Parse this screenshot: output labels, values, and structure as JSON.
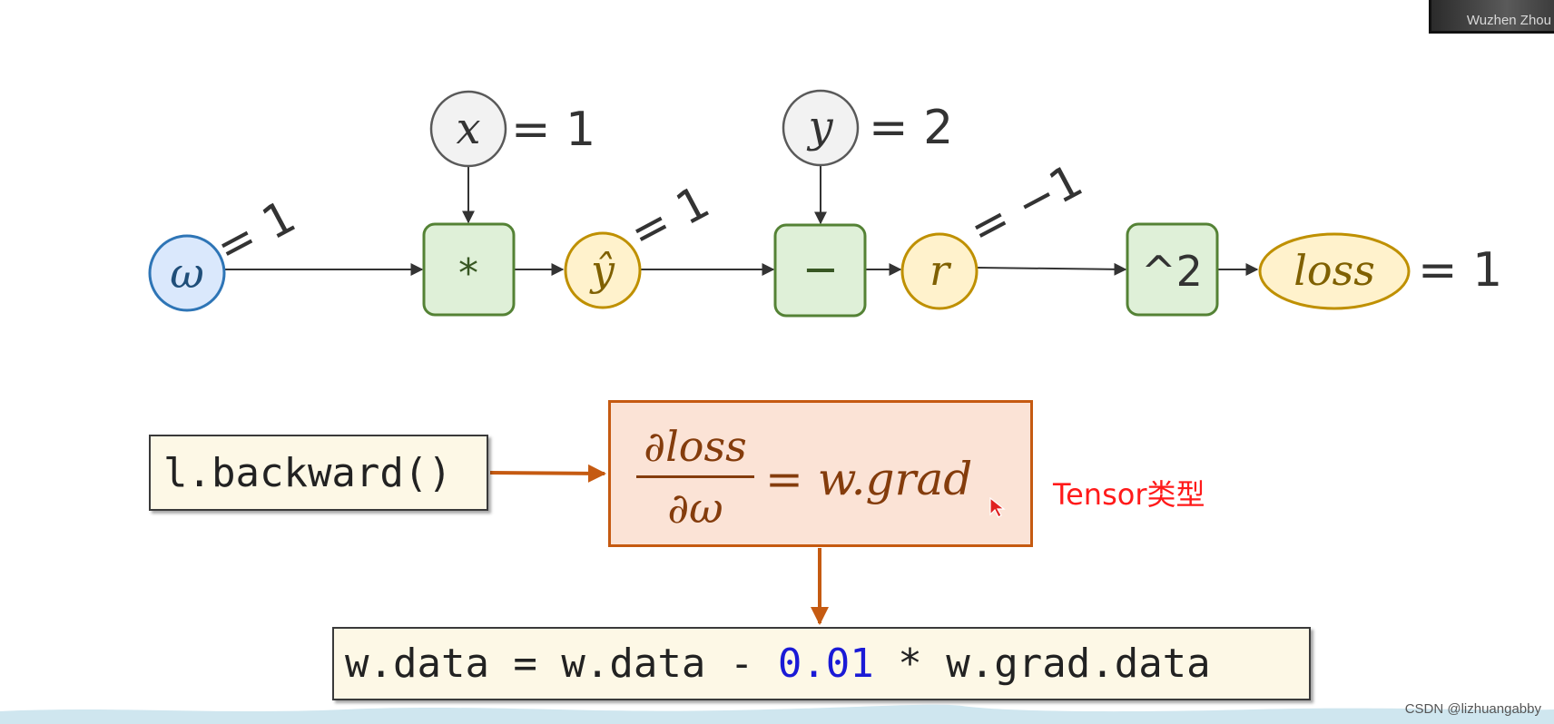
{
  "graph": {
    "nodes": {
      "omega": "ω",
      "x": "x",
      "y": "y",
      "mul": "*",
      "yhat": "ŷ",
      "sub": "−",
      "r": "r",
      "pow": "^2",
      "loss": "loss"
    },
    "annotations": {
      "x_val": "= 1",
      "y_val": "= 2",
      "omega_val": "= 1",
      "yhat_val": "= 1",
      "r_val": "= −1",
      "loss_val": "= 1"
    }
  },
  "backward": {
    "code": "l.backward()"
  },
  "grad": {
    "numerator": "∂loss",
    "denominator": "∂ω",
    "rhs": "= w.grad"
  },
  "tensor_note": "Tensor类型",
  "update": {
    "code_prefix": "w.data = w.data - ",
    "lr": "0.01",
    "code_suffix": " * w.grad.data"
  },
  "video": {
    "name": "Wuzhen Zhou"
  },
  "watermark": "CSDN @lizhuangabby",
  "colors": {
    "omega_fill": "#dae8fc",
    "omega_stroke": "#2e75b6",
    "input_fill": "#f2f2f2",
    "input_stroke": "#595959",
    "op_fill": "#dff0d8",
    "op_stroke": "#548235",
    "val_fill": "#fff2cc",
    "val_stroke": "#bf9000",
    "orange": "#c55a11",
    "red_note": "#ff1a1a",
    "lr_blue": "#1a1ad6"
  }
}
